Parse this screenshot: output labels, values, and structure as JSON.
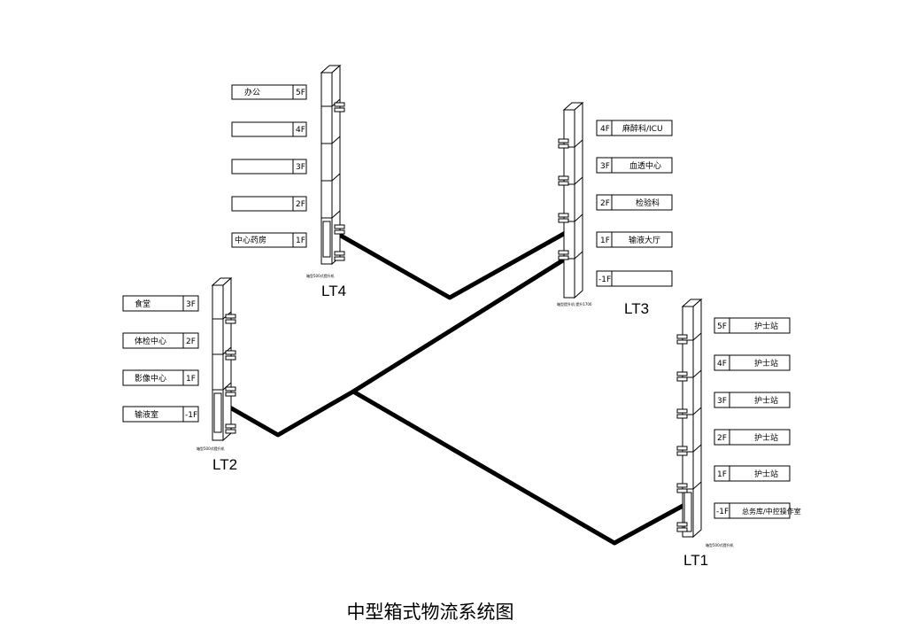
{
  "title": "中型箱式物流系统图",
  "lifts": [
    {
      "name": "LT4",
      "note": "箱型500式提升机",
      "floors": [
        {
          "floor": "5F",
          "dept": "办公"
        },
        {
          "floor": "4F",
          "dept": ""
        },
        {
          "floor": "3F",
          "dept": ""
        },
        {
          "floor": "2F",
          "dept": ""
        },
        {
          "floor": "1F",
          "dept": "中心药房"
        }
      ]
    },
    {
      "name": "LT3",
      "note": "箱型提升机 提升1700",
      "floors": [
        {
          "floor": "4F",
          "dept": "麻醉科/ICU"
        },
        {
          "floor": "3F",
          "dept": "血透中心"
        },
        {
          "floor": "2F",
          "dept": "检验科"
        },
        {
          "floor": "1F",
          "dept": "输液大厅"
        },
        {
          "floor": "-1F",
          "dept": ""
        }
      ]
    },
    {
      "name": "LT2",
      "note": "箱型500式提升机",
      "floors": [
        {
          "floor": "3F",
          "dept": "食堂"
        },
        {
          "floor": "2F",
          "dept": "体检中心"
        },
        {
          "floor": "1F",
          "dept": "影像中心"
        },
        {
          "floor": "-1F",
          "dept": "输液室"
        }
      ]
    },
    {
      "name": "LT1",
      "note": "箱型500式提升机",
      "floors": [
        {
          "floor": "5F",
          "dept": "护士站"
        },
        {
          "floor": "4F",
          "dept": "护士站"
        },
        {
          "floor": "3F",
          "dept": "护士站"
        },
        {
          "floor": "2F",
          "dept": "护士站"
        },
        {
          "floor": "1F",
          "dept": "护士站"
        },
        {
          "floor": "-1F",
          "dept": "总务库/中控操作室"
        }
      ]
    }
  ]
}
